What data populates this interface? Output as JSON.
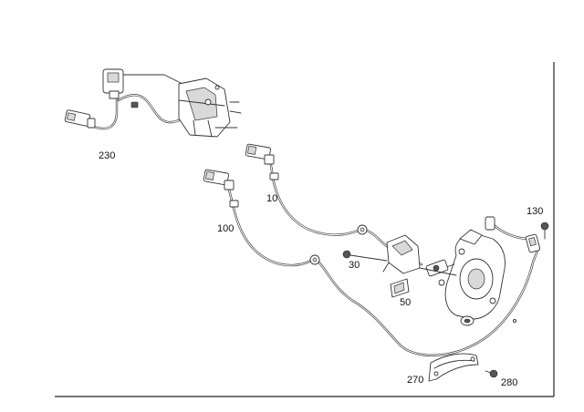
{
  "parts": [
    {
      "id": "p230",
      "label": "230"
    },
    {
      "id": "p10",
      "label": "10"
    },
    {
      "id": "p100",
      "label": "100"
    },
    {
      "id": "p30",
      "label": "30"
    },
    {
      "id": "p50",
      "label": "50"
    },
    {
      "id": "p130",
      "label": "130"
    },
    {
      "id": "p270",
      "label": "270"
    },
    {
      "id": "p280",
      "label": "280"
    }
  ]
}
